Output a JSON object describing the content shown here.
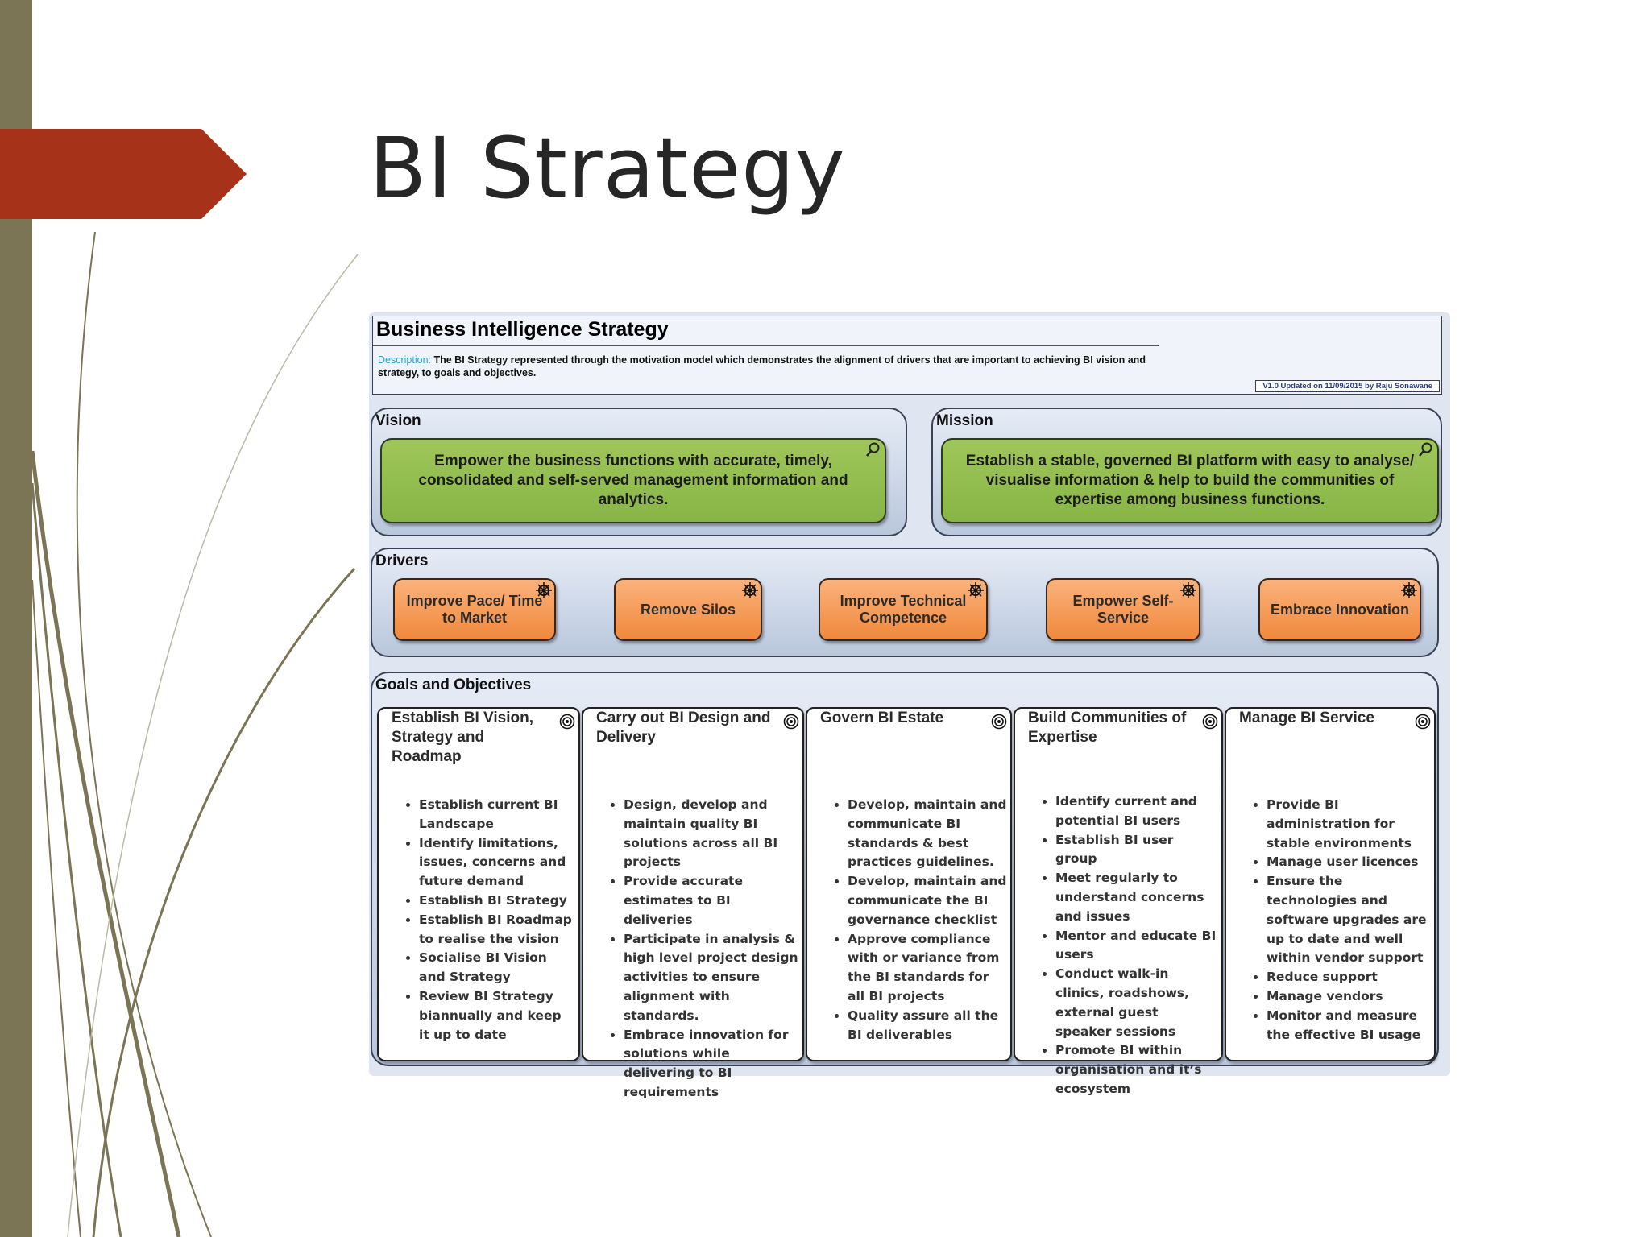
{
  "slide": {
    "title": "BI Strategy"
  },
  "diagram": {
    "header": {
      "title": "Business Intelligence Strategy",
      "description_label": "Description:",
      "description_text": "The BI Strategy represented through the motivation model which demonstrates the alignment of drivers that are important to achieving BI vision and strategy, to goals and objectives.",
      "version": "V1.0 Updated on 11/09/2015 by Raju Sonawane"
    },
    "vision": {
      "label": "Vision",
      "statement": "Empower the business functions with accurate, timely, consolidated and self-served management information and analytics."
    },
    "mission": {
      "label": "Mission",
      "statement": "Establish a stable, governed BI platform with easy to analyse/ visualise information & help to build the communities of expertise among business functions."
    },
    "drivers": {
      "label": "Drivers",
      "items": [
        {
          "label": "Improve Pace/ Time to Market"
        },
        {
          "label": "Remove Silos"
        },
        {
          "label": "Improve Technical Competence"
        },
        {
          "label": "Empower Self-Service"
        },
        {
          "label": "Embrace Innovation"
        }
      ]
    },
    "goals": {
      "label": "Goals and Objectives",
      "items": [
        {
          "title": "Establish BI Vision, Strategy and Roadmap",
          "bullets": [
            "Establish current BI Landscape",
            "Identify limitations, issues, concerns and future demand",
            "Establish BI Strategy",
            "Establish BI Roadmap to realise the vision",
            "Socialise BI Vision and Strategy",
            "Review BI Strategy biannually and keep it up to date"
          ]
        },
        {
          "title": "Carry out BI Design and Delivery",
          "bullets": [
            "Design, develop and maintain quality BI solutions across all BI projects",
            "Provide accurate estimates to BI deliveries",
            "Participate in analysis & high level project design activities to ensure alignment with standards.",
            "Embrace innovation for solutions while delivering to BI requirements"
          ]
        },
        {
          "title": "Govern BI Estate",
          "bullets": [
            "Develop, maintain and communicate BI standards & best practices guidelines.",
            "Develop, maintain and communicate the BI governance checklist",
            "Approve compliance with or variance from the BI standards for all BI projects",
            "Quality assure all the BI deliverables"
          ]
        },
        {
          "title": "Build Communities of Expertise",
          "bullets": [
            "Identify current and potential BI users",
            "Establish BI user group",
            "Meet regularly to understand concerns and issues",
            "Mentor and educate BI users",
            "Conduct walk-in clinics, roadshows, external guest speaker sessions",
            "Promote BI within organisation and it’s ecosystem"
          ]
        },
        {
          "title": "Manage BI Service",
          "bullets": [
            "Provide BI administration for stable environments",
            "Manage user licences",
            "Ensure the technologies and software upgrades are up to date and well within vendor support",
            "Reduce support",
            "Manage vendors",
            "Monitor and measure the effective BI usage"
          ]
        }
      ]
    }
  },
  "colors": {
    "left_bar": "#7b7455",
    "title_arrow": "#a63219",
    "vision_box": "#8fbc4f",
    "driver_box": "#f4924a",
    "panel_bg": "#c7d3e6",
    "description_label": "#29a5dc"
  },
  "icons": {
    "statement": "magnifier-icon",
    "driver": "wheel-icon",
    "goal": "target-icon"
  }
}
